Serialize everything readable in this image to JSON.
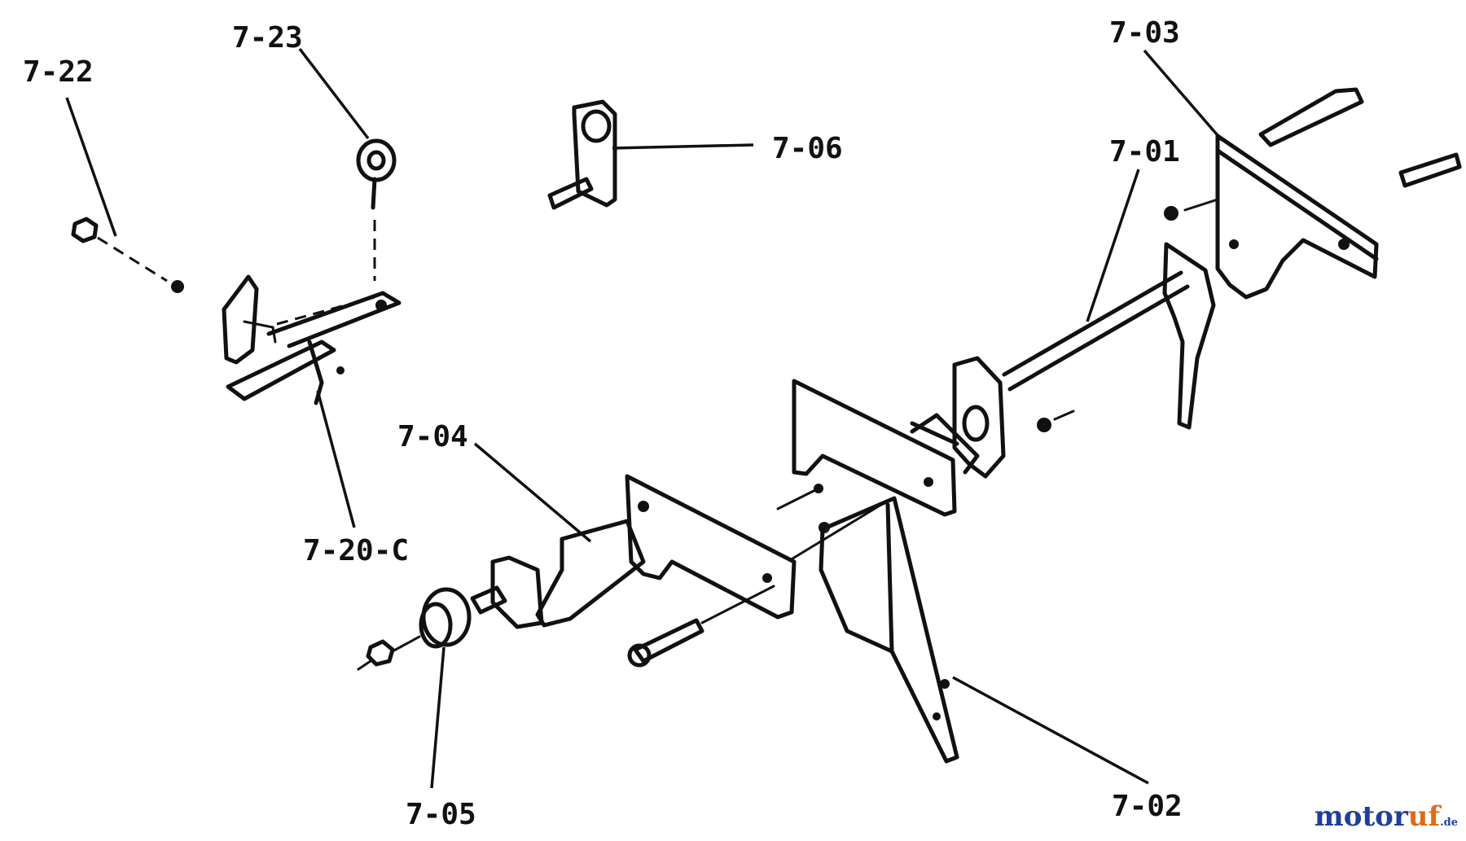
{
  "callouts": {
    "c7_22": "7-22",
    "c7_23": "7-23",
    "c7_06": "7-06",
    "c7_03": "7-03",
    "c7_01": "7-01",
    "c7_04": "7-04",
    "c7_20c": "7-20-C",
    "c7_05": "7-05",
    "c7_02": "7-02"
  },
  "watermark": {
    "main": "motoruf",
    "tld": ".de",
    "colors": {
      "primary": "#1f3f9a",
      "accent": "#e06a18"
    }
  }
}
